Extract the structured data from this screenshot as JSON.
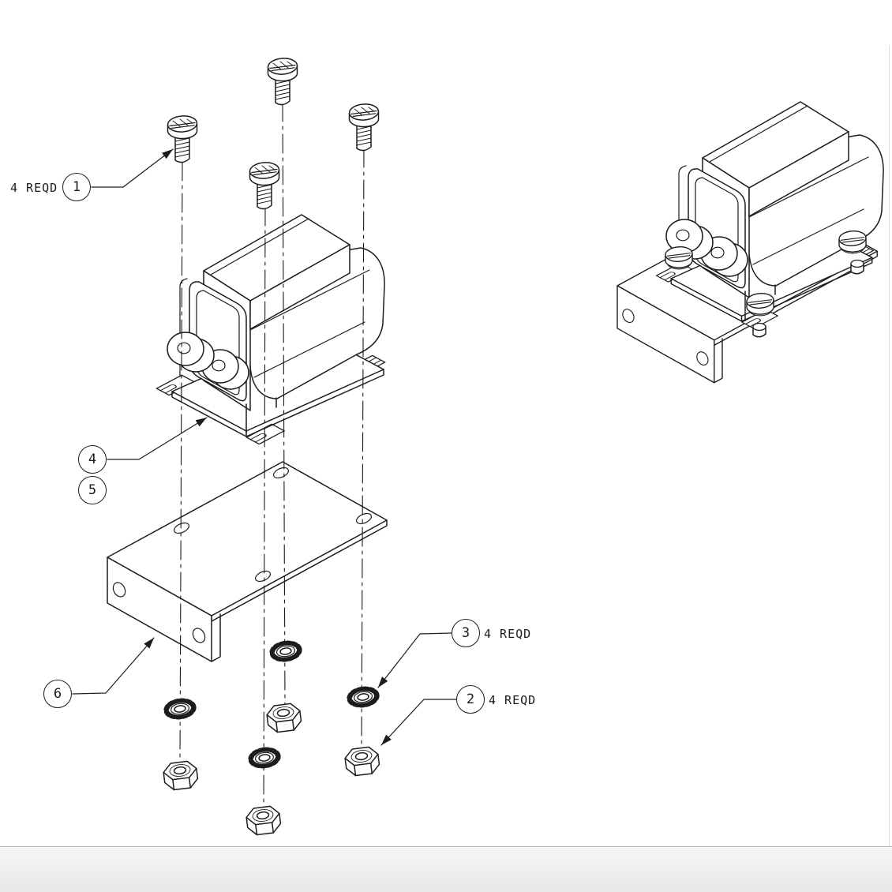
{
  "page": {
    "background": "#ffffff",
    "line_color": "#1c1c1c",
    "footer_band_color": "#ececec",
    "edge_line_color": "#dcdcdc"
  },
  "drawing": {
    "title": "transformer-bracket-exploded-assembly-drawing",
    "views": [
      {
        "id": "exploded",
        "name": "exploded-view"
      },
      {
        "id": "assembled",
        "name": "assembled-view"
      }
    ],
    "callouts": [
      {
        "balloon": "1",
        "note": "4 REQD",
        "part": "slotted-pan-head-screw"
      },
      {
        "balloon": "2",
        "note": "4 REQD",
        "part": "hex-nut"
      },
      {
        "balloon": "3",
        "note": "4 REQD",
        "part": "external-tooth-lock-washer"
      },
      {
        "balloon": "4",
        "note": "",
        "part": "transformer-mounting-frame"
      },
      {
        "balloon": "5",
        "note": "",
        "part": "transformer"
      },
      {
        "balloon": "6",
        "note": "",
        "part": "angle-bracket"
      }
    ]
  }
}
